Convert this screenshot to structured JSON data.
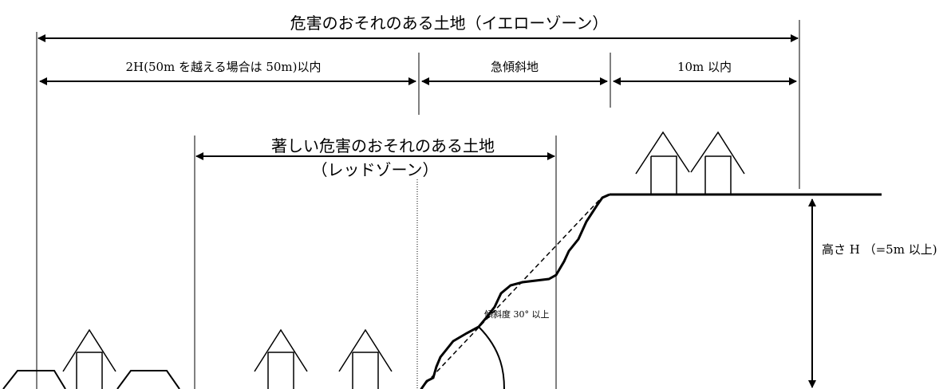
{
  "yellow_zone": {
    "label": "危害のおそれのある土地（イエローゾーン）"
  },
  "ranges": {
    "lower_range": "2H(50m を越える場合は 50m)以内",
    "slope_range": "急傾斜地",
    "upper_range": "10m 以内"
  },
  "red_zone": {
    "label_line1": "著しい危害のおそれのある土地",
    "label_line2": "（レッドゾーン）"
  },
  "height": {
    "label": "高さ H （=5m 以上)"
  },
  "slope": {
    "label": "傾斜度 30° 以上"
  }
}
